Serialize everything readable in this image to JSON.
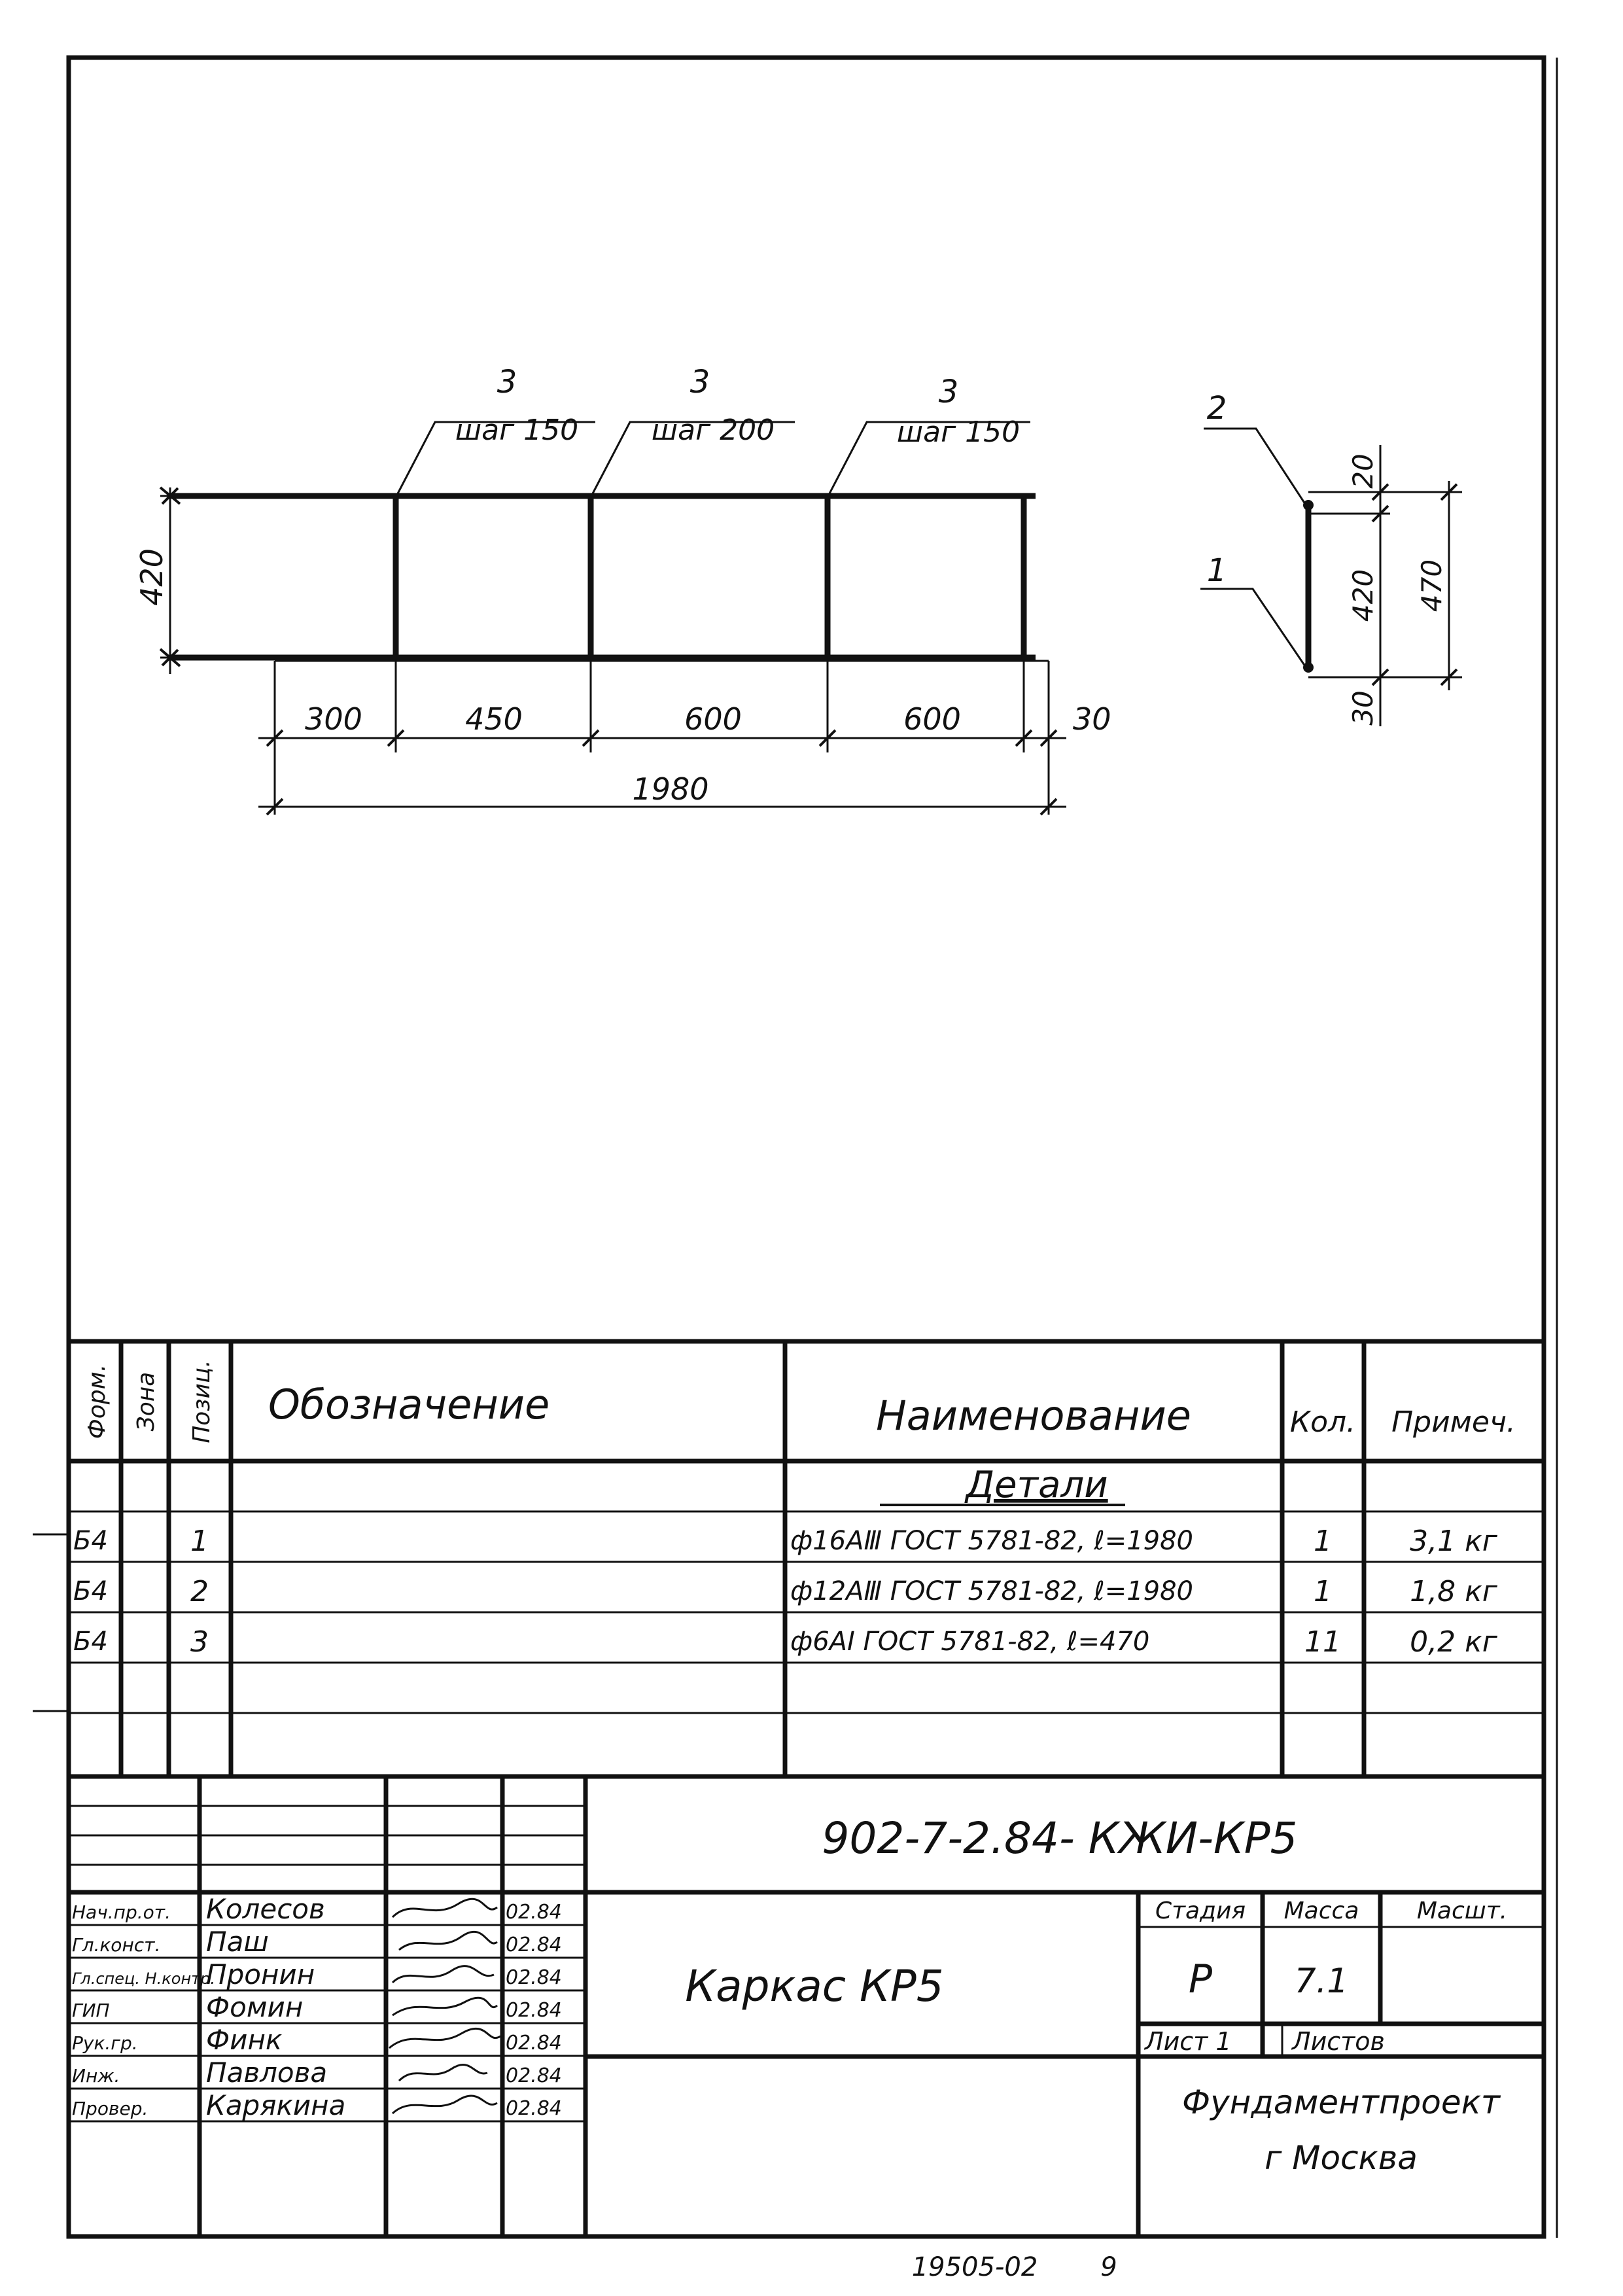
{
  "drawing": {
    "callouts": {
      "left": {
        "pos": "3",
        "step": "шаг 150"
      },
      "mid": {
        "pos": "3",
        "step": "шаг 200"
      },
      "right": {
        "pos": "3",
        "step": "шаг 150"
      }
    },
    "height_dim": "420",
    "dims_bottom": [
      "300",
      "450",
      "600",
      "600",
      "30"
    ],
    "total_dim": "1980",
    "section": {
      "pos_top": "2",
      "pos_bottom": "1",
      "dim_top": "20",
      "dim_mid": "420",
      "dim_bottom": "30",
      "dim_total": "470"
    }
  },
  "spec": {
    "headers": {
      "format": "Форм.",
      "zone": "Зона",
      "pos": "Позиц.",
      "designation": "Обозначение",
      "name": "Наименование",
      "qty": "Кол.",
      "note": "Примеч."
    },
    "section_title": "Детали",
    "rows": [
      {
        "format": "Б4",
        "pos": "1",
        "name": "ф16АⅢ ГОСТ 5781-82, ℓ=1980",
        "qty": "1",
        "note": "3,1 кг"
      },
      {
        "format": "Б4",
        "pos": "2",
        "name": "ф12АⅢ ГОСТ 5781-82, ℓ=1980",
        "qty": "1",
        "note": "1,8 кг"
      },
      {
        "format": "Б4",
        "pos": "3",
        "name": "ф6АⅠ ГОСТ 5781-82, ℓ=470",
        "qty": "11",
        "note": "0,2 кг"
      }
    ]
  },
  "title_block": {
    "code": "902-7-2.84- КЖИ-КР5",
    "title": "Каркас КР5",
    "stage_label": "Стадия",
    "mass_label": "Масса",
    "scale_label": "Масшт.",
    "stage": "Р",
    "mass": "7.1",
    "sheet_label": "Лист 1",
    "sheets_label": "Листов",
    "org_line1": "Фундаментпроект",
    "org_line2": "г Москва",
    "signatures": [
      {
        "role": "Нач.пр.от.",
        "name": "Колесов",
        "date": "02.84"
      },
      {
        "role": "Гл.конст.",
        "name": "Паш",
        "date": "02.84"
      },
      {
        "role": "Гл.спец. Н.контр.",
        "name": "Пронин",
        "date": "02.84"
      },
      {
        "role": "ГИП",
        "name": "Фомин",
        "date": "02.84"
      },
      {
        "role": "Рук.гр.",
        "name": "Финк",
        "date": "02.84"
      },
      {
        "role": "Инж.",
        "name": "Павлова",
        "date": "02.84"
      },
      {
        "role": "Провер.",
        "name": "Карякина",
        "date": "02.84"
      }
    ]
  },
  "footer": {
    "archive": "19505-02",
    "page": "9"
  }
}
